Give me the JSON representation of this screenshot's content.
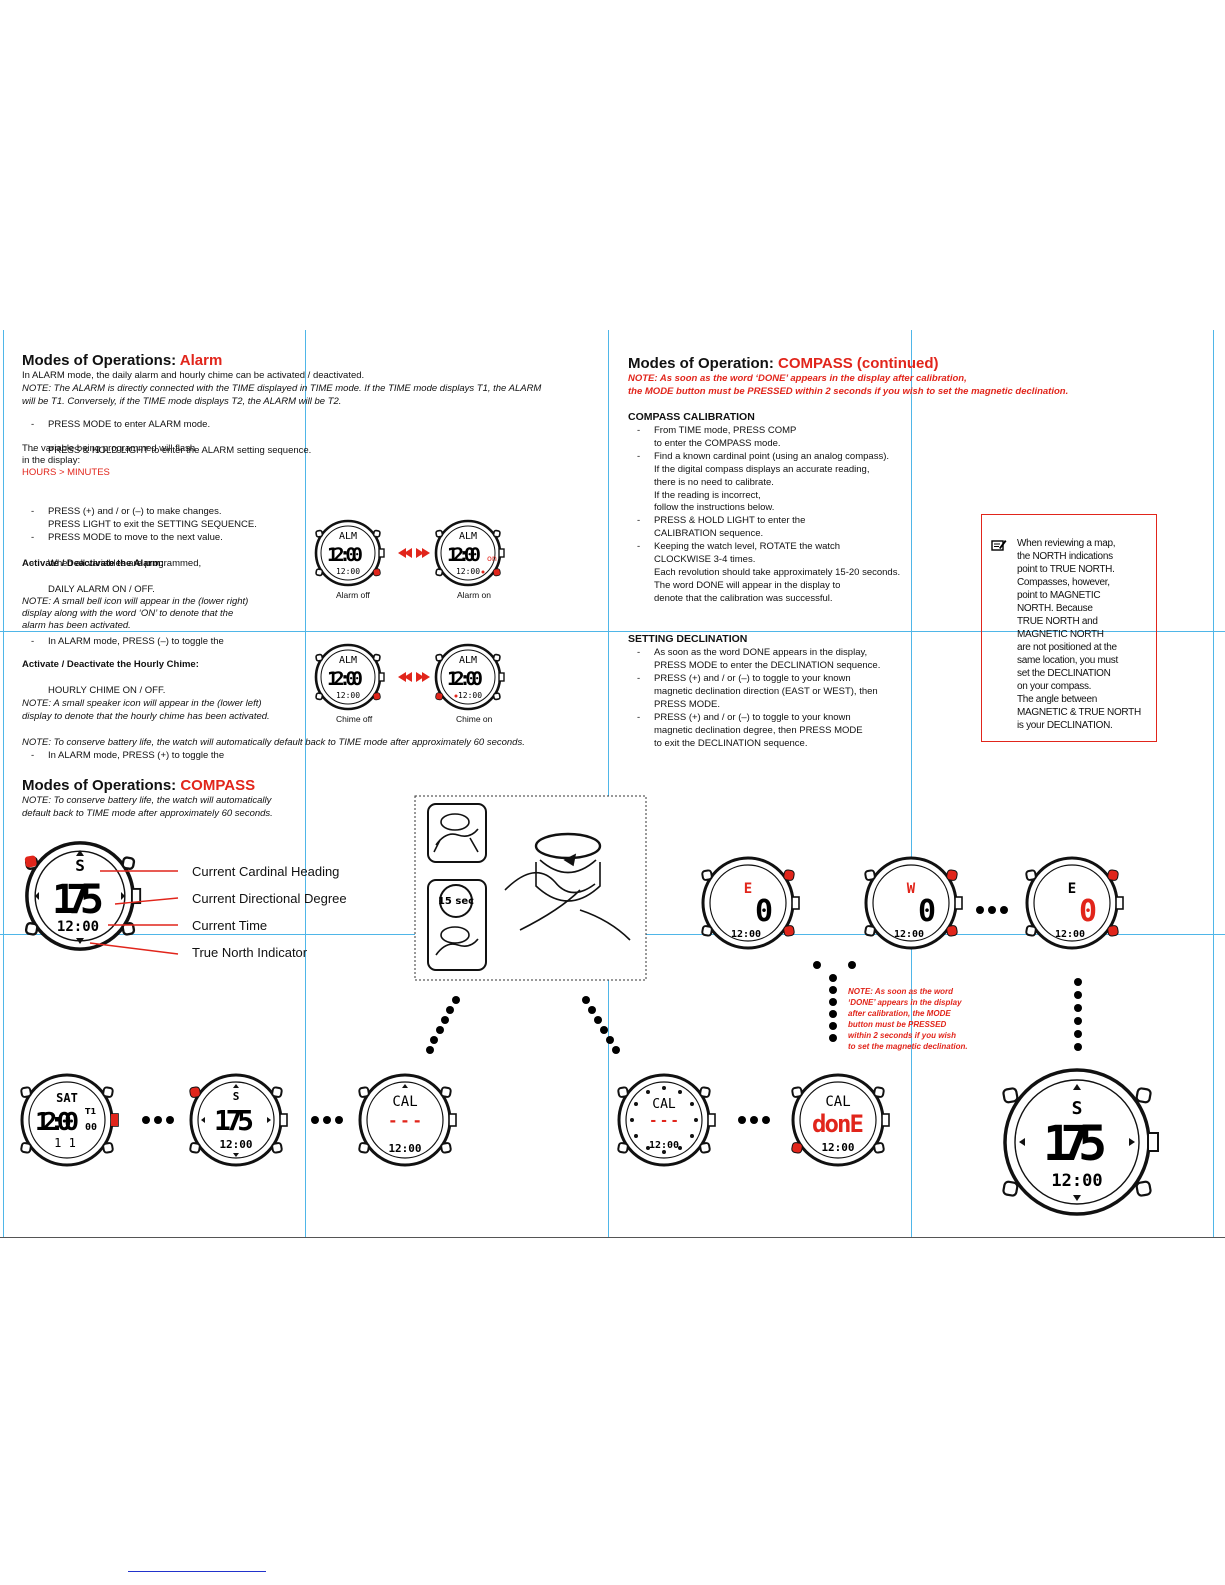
{
  "alarm": {
    "title_prefix": "Modes of Operations: ",
    "title_red": "Alarm",
    "intro": "In ALARM mode, the daily alarm and hourly chime can be activated / deactivated.",
    "note1": "NOTE: The ALARM is directly connected with the TIME displayed in TIME mode. If the TIME mode displays T1, the ALARM",
    "note2": "will be T1. Conversely, if the TIME mode displays T2, the ALARM will be T2.",
    "steps_a": [
      "PRESS MODE to enter ALARM mode.",
      "PRESS & HOLD LIGHT to enter the ALARM setting sequence."
    ],
    "flash1": "The variable being programmed will flash",
    "flash2": "in the display:",
    "sequence": "HOURS > MINUTES",
    "steps_b": [
      "PRESS (+) and / or (–) to make changes.",
      "PRESS MODE to move to the next value.",
      "When all variables are programmed,"
    ],
    "steps_b_cont": "PRESS LIGHT to exit the SETTING SEQUENCE.",
    "act_alarm_head": "Activate / Deactivate the Alarm:",
    "act_alarm_step1": "In ALARM mode, PRESS (–) to toggle the",
    "act_alarm_step2": "DAILY ALARM ON / OFF.",
    "act_alarm_note": [
      "NOTE: A small bell icon will appear in the (lower right)",
      "display along with the word ‘ON’ to denote that the",
      "alarm has been activated."
    ],
    "act_chime_head": "Activate / Deactivate the Hourly Chime:",
    "act_chime_step1": "In ALARM mode, PRESS (+) to toggle the",
    "act_chime_step2": "HOURLY CHIME ON / OFF.",
    "act_chime_note": [
      "NOTE: A small speaker icon will appear in the (lower left)",
      "display to denote that the hourly chime has been activated."
    ],
    "battery_note": "NOTE: To conserve battery life, the watch will automatically default back to TIME mode after approximately 60 seconds.",
    "captions": [
      "Alarm off",
      "Alarm on",
      "Chime off",
      "Chime on"
    ]
  },
  "compass": {
    "title_prefix": "Modes of Operations: ",
    "title_red": "COMPASS",
    "note1": "NOTE: To conserve battery life, the watch will automatically",
    "note2": "default back to TIME mode after approximately 60 seconds.",
    "labels": [
      "Current Cardinal Heading",
      "Current Directional Degree",
      "Current Time",
      "True North Indicator"
    ],
    "timer_label": "15 sec"
  },
  "continued": {
    "title_prefix": "Modes of Operation: ",
    "title_red": "COMPASS (continued)",
    "note1": "NOTE: As soon as the word ‘DONE’ appears in the display after calibration,",
    "note2": "the MODE button must be PRESSED within 2 seconds if you wish to set the magnetic declination.",
    "cal_head": "COMPASS CALIBRATION",
    "cal_lines": [
      {
        "dash": true,
        "text": "From TIME mode, PRESS COMP"
      },
      {
        "dash": false,
        "text": "to enter the COMPASS mode."
      },
      {
        "dash": true,
        "text": "Find a known cardinal point (using an analog compass)."
      },
      {
        "dash": false,
        "text": "If the digital compass displays an accurate reading,"
      },
      {
        "dash": false,
        "text": "there is no need to calibrate."
      },
      {
        "dash": false,
        "text": "If the reading is incorrect,"
      },
      {
        "dash": false,
        "text": "follow the instructions below."
      },
      {
        "dash": true,
        "text": "PRESS & HOLD LIGHT to enter the"
      },
      {
        "dash": false,
        "text": "CALIBRATION sequence."
      },
      {
        "dash": true,
        "text": "Keeping the watch level, ROTATE the watch"
      },
      {
        "dash": false,
        "text": "CLOCKWISE 3-4 times."
      },
      {
        "dash": false,
        "text": "Each revolution should take approximately 15-20 seconds."
      },
      {
        "dash": false,
        "text": "The word DONE will appear in the display to"
      },
      {
        "dash": false,
        "text": "denote that the calibration was successful."
      }
    ],
    "decl_head": "SETTING DECLINATION",
    "decl_lines": [
      {
        "dash": true,
        "text": "As soon as the word DONE appears in the display,"
      },
      {
        "dash": false,
        "text": "PRESS MODE to enter the DECLINATION sequence."
      },
      {
        "dash": true,
        "text": "PRESS (+) and / or (–) to toggle to your known"
      },
      {
        "dash": false,
        "text": "magnetic declination direction (EAST or WEST), then"
      },
      {
        "dash": false,
        "text": "PRESS MODE."
      },
      {
        "dash": true,
        "text": "PRESS (+) and / or (–) to toggle to your known"
      },
      {
        "dash": false,
        "text": "magnetic declination degree, then PRESS MODE"
      },
      {
        "dash": false,
        "text": "to exit the DECLINATION sequence."
      }
    ],
    "box_lines": [
      "When reviewing a map,",
      "the NORTH indications",
      "point to TRUE NORTH.",
      "Compasses, however,",
      "point to MAGNETIC",
      "NORTH. Because",
      "TRUE NORTH and",
      "MAGNETIC NORTH",
      "are not positioned at the",
      "same location, you must",
      "set the DECLINATION",
      "on your compass.",
      "The angle between",
      "MAGNETIC & TRUE NORTH",
      "is your DECLINATION."
    ],
    "small_note": [
      "NOTE: As soon as the word",
      "‘DONE’ appears in the display",
      "after calibration, the MODE",
      "button must be PRESSED",
      "within 2 seconds if you wish",
      "to set the magnetic declination."
    ]
  },
  "displays": {
    "alm": "ALM",
    "time": "12:00",
    "on": "on",
    "heading_s": "S",
    "degree": "175",
    "sat": "SAT",
    "t1": "T1",
    "seconds": "00",
    "date": "1 1",
    "cal": "CAL",
    "dashes": "- - -",
    "done": "donE",
    "east": "E",
    "west": "W",
    "zero": "0"
  },
  "colors": {
    "accent": "#e1251b",
    "guide": "#4fb6e8"
  }
}
